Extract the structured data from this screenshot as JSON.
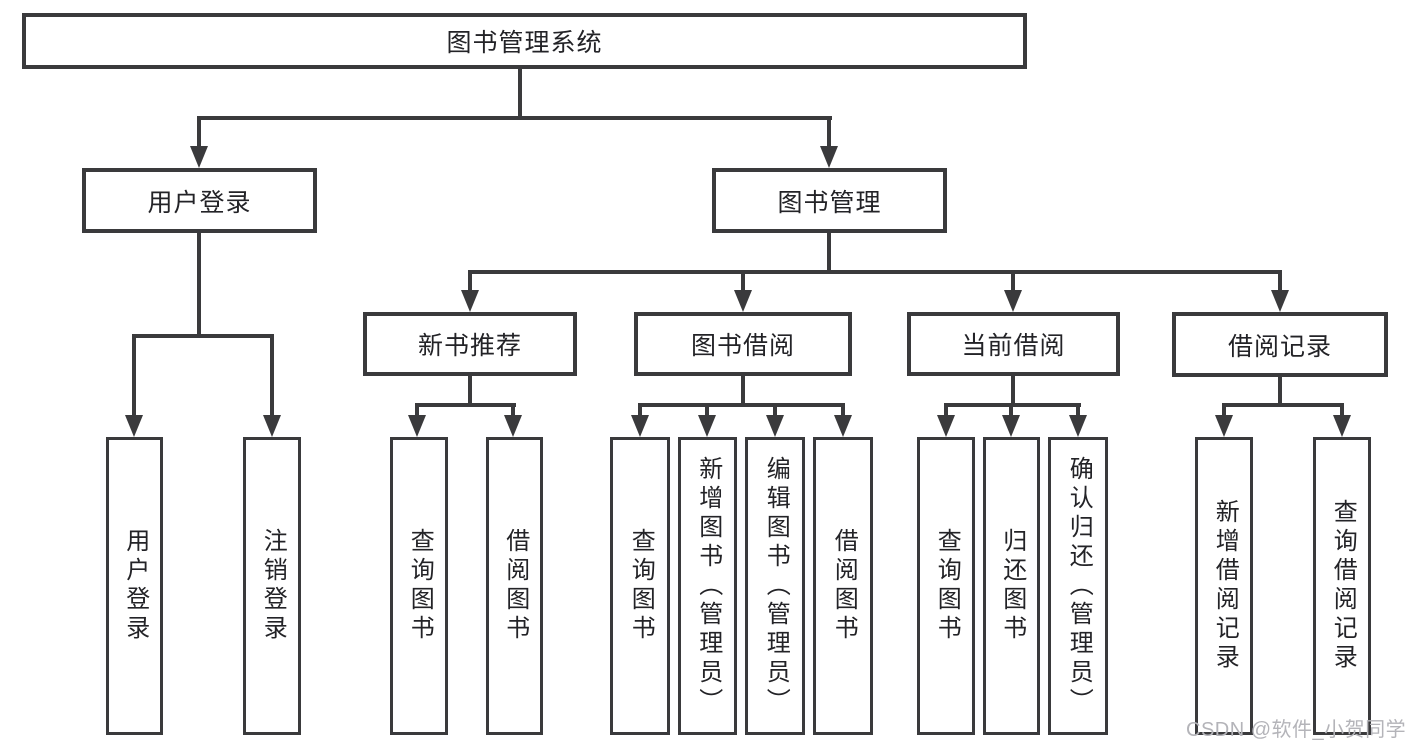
{
  "diagram": {
    "root": {
      "label": "图书管理系统"
    },
    "branches": [
      {
        "label": "用户登录",
        "children": [
          {
            "label": "用户登录"
          },
          {
            "label": "注销登录"
          }
        ]
      },
      {
        "label": "图书管理",
        "children": [
          {
            "label": "新书推荐",
            "children": [
              {
                "label": "查询图书"
              },
              {
                "label": "借阅图书"
              }
            ]
          },
          {
            "label": "图书借阅",
            "children": [
              {
                "label": "查询图书"
              },
              {
                "label": "新增图书（管理员）"
              },
              {
                "label": "编辑图书（管理员）"
              },
              {
                "label": "借阅图书"
              }
            ]
          },
          {
            "label": "当前借阅",
            "children": [
              {
                "label": "查询图书"
              },
              {
                "label": "归还图书"
              },
              {
                "label": "确认归还（管理员）"
              }
            ]
          },
          {
            "label": "借阅记录",
            "children": [
              {
                "label": "新增借阅记录"
              },
              {
                "label": "查询借阅记录"
              }
            ]
          }
        ]
      }
    ]
  },
  "watermark": {
    "text": "CSDN @软件_小贺同学"
  },
  "colors": {
    "line": "#3a3a3c",
    "text": "#232327",
    "watermark": "#b4b4b9",
    "background": "#ffffff"
  }
}
